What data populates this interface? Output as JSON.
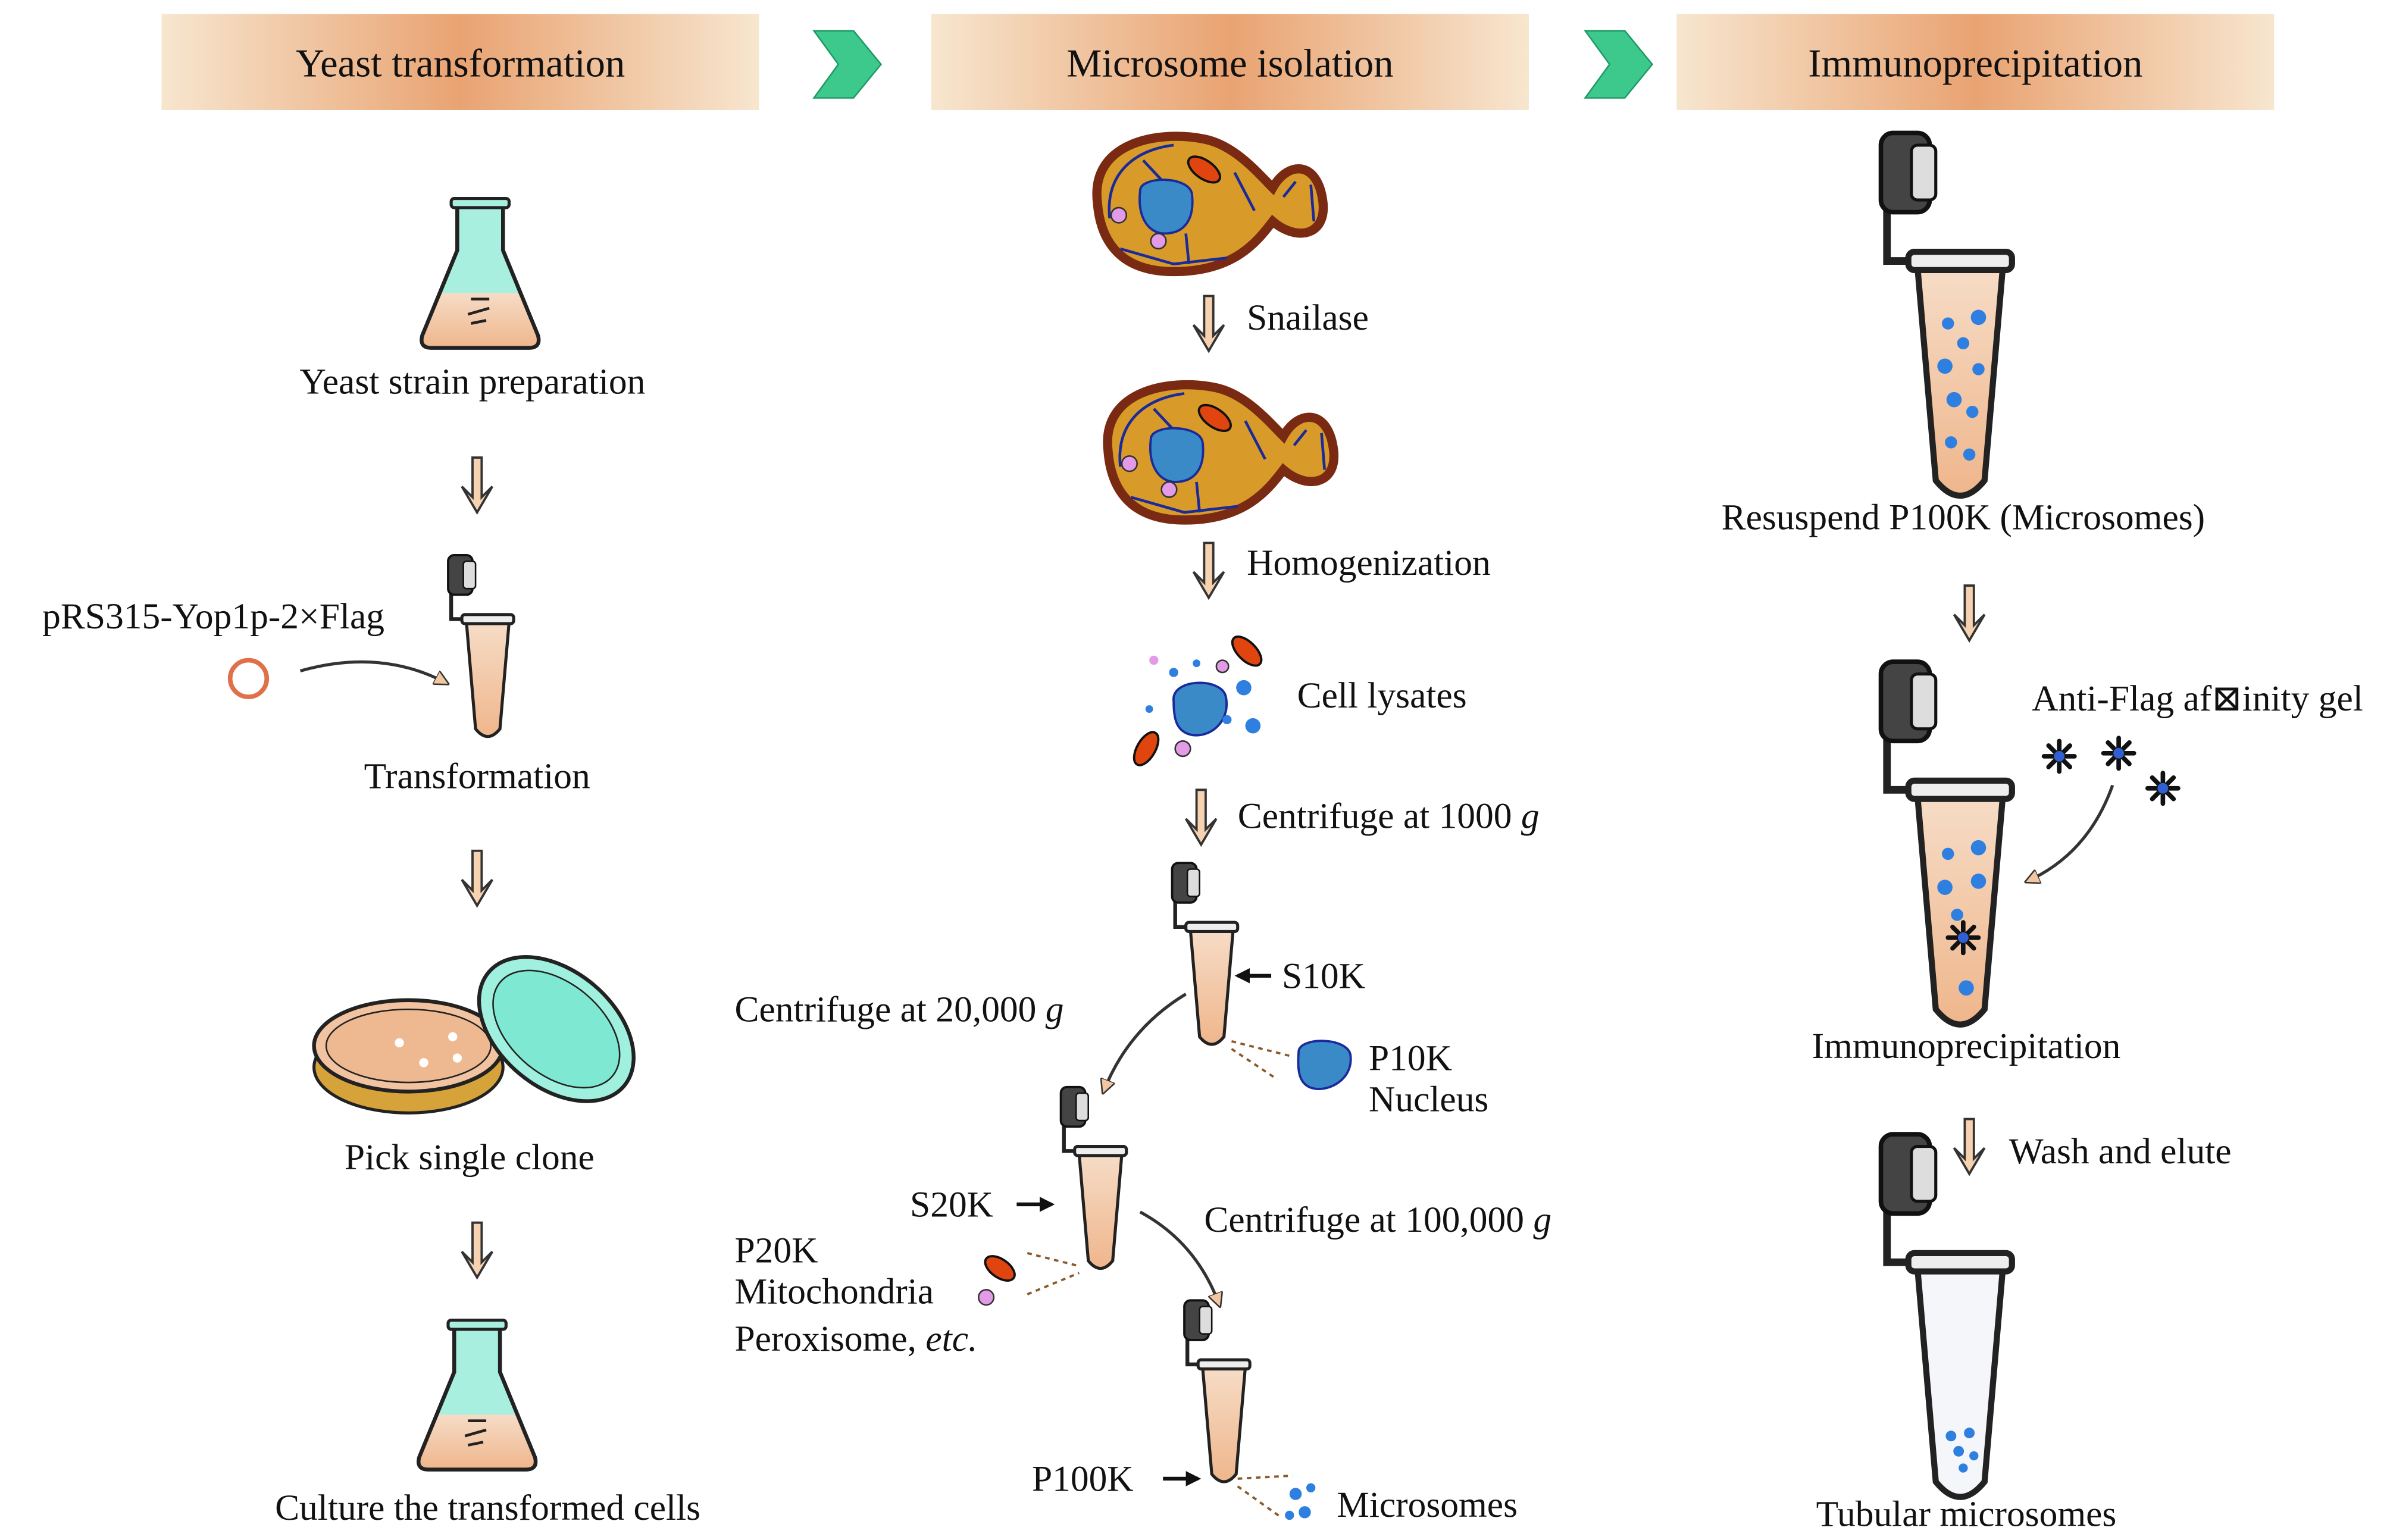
{
  "colors": {
    "header_center": "#e9a372",
    "header_edge": "#f7e6cf",
    "chevron": "#3dc98c",
    "liquid": "#f3c7a5",
    "cell": "#d89a28",
    "cell_wall": "#7a2a12",
    "nucleus": "#3a8ac8",
    "mitochondria": "#e0450f",
    "peroxisome": "#e39be8",
    "microsome": "#2f7fe0"
  },
  "headers": [
    "Yeast transformation",
    "Microsome isolation",
    "Immunoprecipitation"
  ],
  "col1": {
    "step1": "Yeast strain preparation",
    "plasmid": "pRS315-Yop1p-2×Flag",
    "step2": "Transformation",
    "step3": "Pick single clone",
    "step4": "Culture the transformed cells"
  },
  "col2": {
    "snailase": "Snailase",
    "homogenization": "Homogenization",
    "lysates": "Cell lysates",
    "spin1_prefix": "Centrifuge at 1000 ",
    "spin2_prefix": "Centrifuge at 20,000 ",
    "spin3_prefix": "Centrifuge at 100,000 ",
    "g": "g",
    "s10k": "S10K",
    "p10k": "P10K",
    "nucleus": "Nucleus",
    "s20k": "S20K",
    "p20k": "P20K",
    "mito": "Mitochondria",
    "perox_prefix": "Peroxisome, ",
    "etc": "etc.",
    "p100k": "P100K",
    "microsomes": "Microsomes"
  },
  "col3": {
    "resuspend": "Resuspend P100K (Microsomes)",
    "antiflag": "Anti-Flag af⊠inity gel",
    "ip": "Immunoprecipitation",
    "wash": "Wash and elute",
    "tubular": "Tubular microsomes"
  }
}
